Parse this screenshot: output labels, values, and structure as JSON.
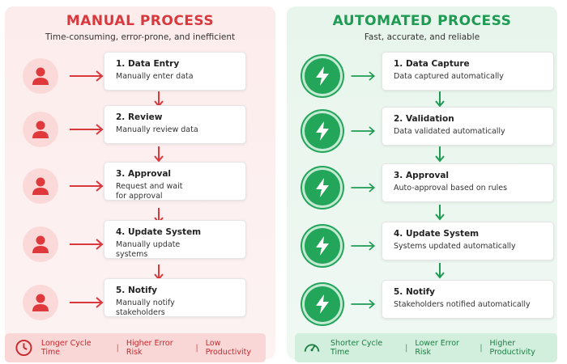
{
  "manual": {
    "title": "MANUAL PROCESS",
    "subtitle": "Time-consuming, error-prone, and inefficient",
    "accent": "#d9383c",
    "icon": "person-icon",
    "steps": [
      {
        "title": "1. Data Entry",
        "desc": "Manually enter data"
      },
      {
        "title": "2. Review",
        "desc": "Manually review data"
      },
      {
        "title": "3. Approval",
        "desc": "Request and wait\nfor approval"
      },
      {
        "title": "4. Update System",
        "desc": "Manually update\nsystems"
      },
      {
        "title": "5. Notify",
        "desc": "Manually notify\nstakeholders"
      }
    ],
    "footer": {
      "icon": "clock-icon",
      "items": [
        "Longer Cycle Time",
        "Higher Error Risk",
        "Low Productivity"
      ]
    }
  },
  "automated": {
    "title": "AUTOMATED PROCESS",
    "subtitle": "Fast, accurate, and reliable",
    "accent": "#1e9a52",
    "icon": "lightning-bolt-icon",
    "steps": [
      {
        "title": "1. Data Capture",
        "desc": "Data captured automatically"
      },
      {
        "title": "2. Validation",
        "desc": "Data validated automatically"
      },
      {
        "title": "3. Approval",
        "desc": "Auto-approval based on rules"
      },
      {
        "title": "4. Update System",
        "desc": "Systems updated automatically"
      },
      {
        "title": "5. Notify",
        "desc": "Stakeholders notified automatically"
      }
    ],
    "footer": {
      "icon": "speedometer-icon",
      "items": [
        "Shorter Cycle Time",
        "Lower Error Risk",
        "Higher Productivity"
      ]
    }
  }
}
